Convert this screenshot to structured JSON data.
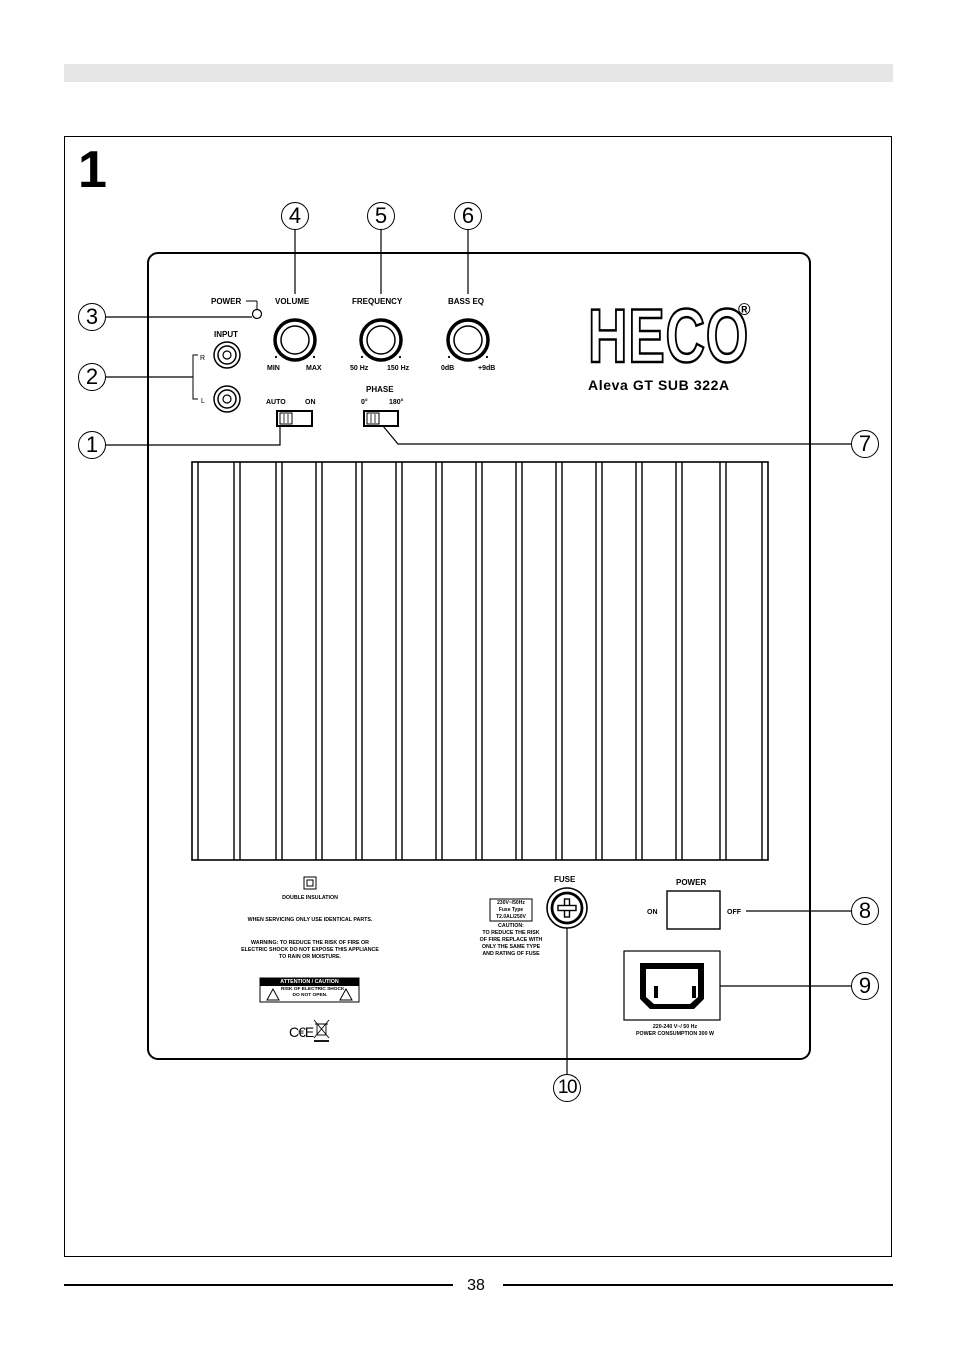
{
  "figure": {
    "number": "1"
  },
  "page": {
    "number": "38"
  },
  "logo": {
    "brand": "HECO",
    "registered": "®"
  },
  "model": "Aleva GT SUB 322A",
  "controls": {
    "power_led": "POWER",
    "input": {
      "label": "INPUT",
      "right": "R",
      "left": "L"
    },
    "volume": {
      "label": "VOLUME",
      "min": "MIN",
      "max": "MAX"
    },
    "frequency": {
      "label": "FREQUENCY",
      "min": "50 Hz",
      "max": "150 Hz"
    },
    "bass_eq": {
      "label": "BASS EQ",
      "min": "0dB",
      "max": "+9dB"
    },
    "auto_on": {
      "auto": "AUTO",
      "on": "ON"
    },
    "phase": {
      "label": "PHASE",
      "zero": "0°",
      "one_eighty": "180°"
    },
    "fuse": {
      "label": "FUSE"
    },
    "power_switch": {
      "label": "POWER",
      "on": "ON",
      "off": "OFF"
    }
  },
  "notices": {
    "double_insulation": "DOUBLE INSULATION",
    "servicing": "WHEN SERVICING ONLY USE IDENTICAL PARTS.",
    "warning_lines": [
      "WARNING: TO REDUCE THE RISK OF FIRE OR",
      "ELECTRIC SHOCK DO NOT EXPOSE THIS APPLIANCE",
      "TO RAIN OR MOISTURE."
    ],
    "attention": "ATTENTION / CAUTION",
    "shock_lines": [
      "RISK OF ELECTRIC SHOCK",
      "DO NOT OPEN."
    ],
    "fuse_spec_lines": [
      "230V~/50Hz",
      "Fuse Type",
      "T2.0AL/250V"
    ],
    "fuse_caution_lines": [
      "CAUTION:",
      "TO REDUCE THE RISK",
      "OF FIRE REPLACE WITH",
      "ONLY THE SAME TYPE",
      "AND RATING OF FUSE"
    ],
    "ce_mark": "C€E",
    "power_rating_lines": [
      "220-240 V~/ 50 Hz",
      "POWER CONSUMPTION 300 W"
    ]
  },
  "callouts": [
    "1",
    "2",
    "3",
    "4",
    "5",
    "6",
    "7",
    "8",
    "9",
    "10"
  ]
}
